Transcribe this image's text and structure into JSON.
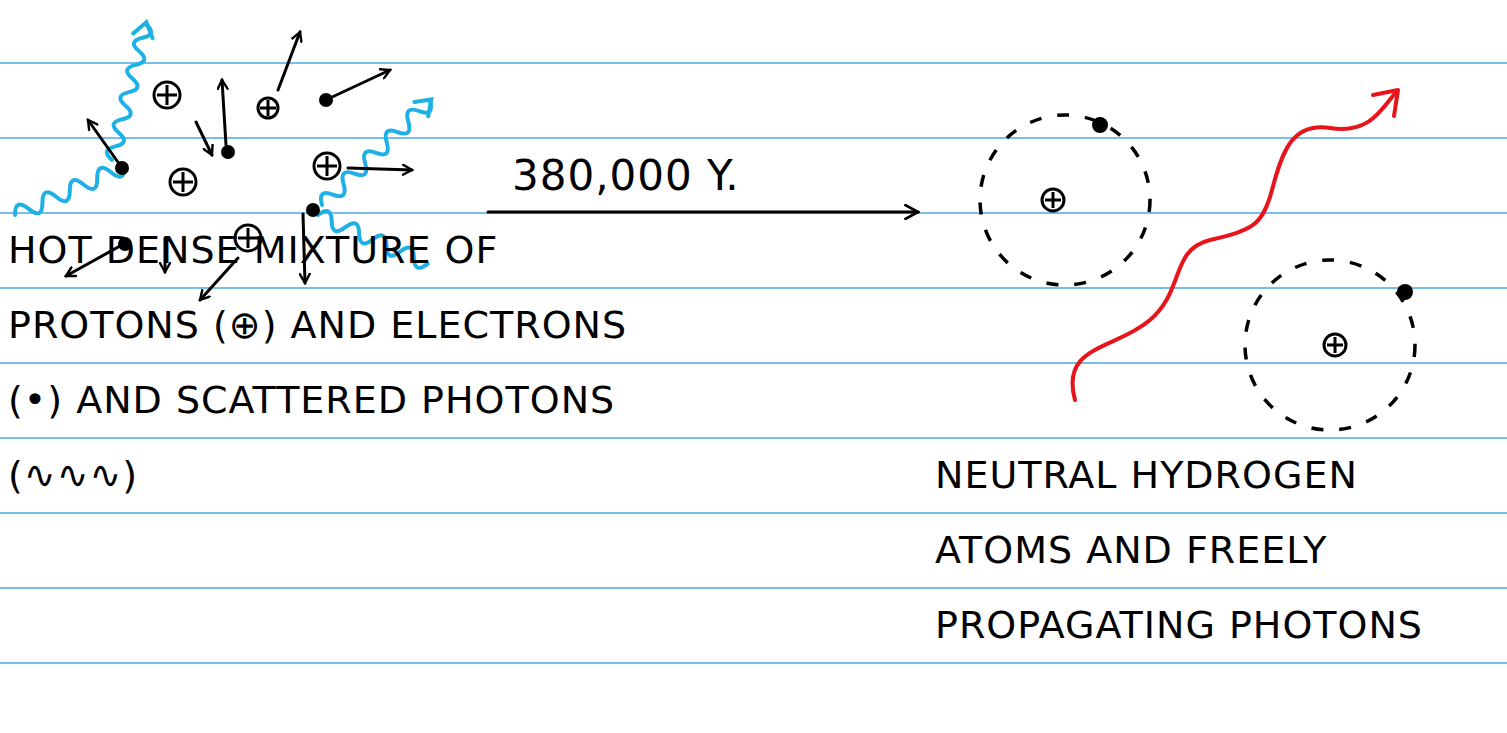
{
  "diagram": {
    "labels": [
      "380,000 Y.",
      "HOT DENSE MIXTURE OF PROTONS (⊕) AND ELECTRONS (•) AND SCATTERED PHOTONS (∿∿∿)",
      "NEUTRAL HYDROGEN ATOMS AND FREELY PROPAGATING PHOTONS"
    ]
  }
}
